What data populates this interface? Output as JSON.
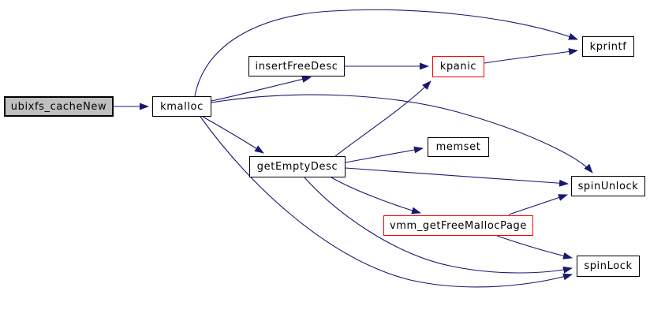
{
  "diagram": {
    "type": "call-graph",
    "background_color": "#ffffff",
    "edge_color": "#191970",
    "node_border_color": "#000000",
    "highlight_border_color": "#ff0000",
    "root_fill_color": "#bfbfbf",
    "node_fill_color": "#ffffff",
    "nodes": [
      {
        "id": "ubixfs_cacheNew",
        "label": "ubixfs_cacheNew",
        "style": "root"
      },
      {
        "id": "kmalloc",
        "label": "kmalloc",
        "style": "normal"
      },
      {
        "id": "insertFreeDesc",
        "label": "insertFreeDesc",
        "style": "normal"
      },
      {
        "id": "kpanic",
        "label": "kpanic",
        "style": "highlight"
      },
      {
        "id": "kprintf",
        "label": "kprintf",
        "style": "normal"
      },
      {
        "id": "getEmptyDesc",
        "label": "getEmptyDesc",
        "style": "normal"
      },
      {
        "id": "memset",
        "label": "memset",
        "style": "normal"
      },
      {
        "id": "spinUnlock",
        "label": "spinUnlock",
        "style": "normal"
      },
      {
        "id": "vmm_getFreeMallocPage",
        "label": "vmm_getFreeMallocPage",
        "style": "highlight"
      },
      {
        "id": "spinLock",
        "label": "spinLock",
        "style": "normal"
      }
    ],
    "edges": [
      {
        "from": "ubixfs_cacheNew",
        "to": "kmalloc"
      },
      {
        "from": "kmalloc",
        "to": "insertFreeDesc"
      },
      {
        "from": "kmalloc",
        "to": "kprintf"
      },
      {
        "from": "kmalloc",
        "to": "getEmptyDesc"
      },
      {
        "from": "kmalloc",
        "to": "spinUnlock"
      },
      {
        "from": "kmalloc",
        "to": "spinLock"
      },
      {
        "from": "insertFreeDesc",
        "to": "kpanic"
      },
      {
        "from": "kpanic",
        "to": "kprintf"
      },
      {
        "from": "getEmptyDesc",
        "to": "kpanic"
      },
      {
        "from": "getEmptyDesc",
        "to": "memset"
      },
      {
        "from": "getEmptyDesc",
        "to": "spinUnlock"
      },
      {
        "from": "getEmptyDesc",
        "to": "vmm_getFreeMallocPage"
      },
      {
        "from": "getEmptyDesc",
        "to": "spinLock"
      },
      {
        "from": "vmm_getFreeMallocPage",
        "to": "spinUnlock"
      },
      {
        "from": "vmm_getFreeMallocPage",
        "to": "spinLock"
      }
    ]
  }
}
